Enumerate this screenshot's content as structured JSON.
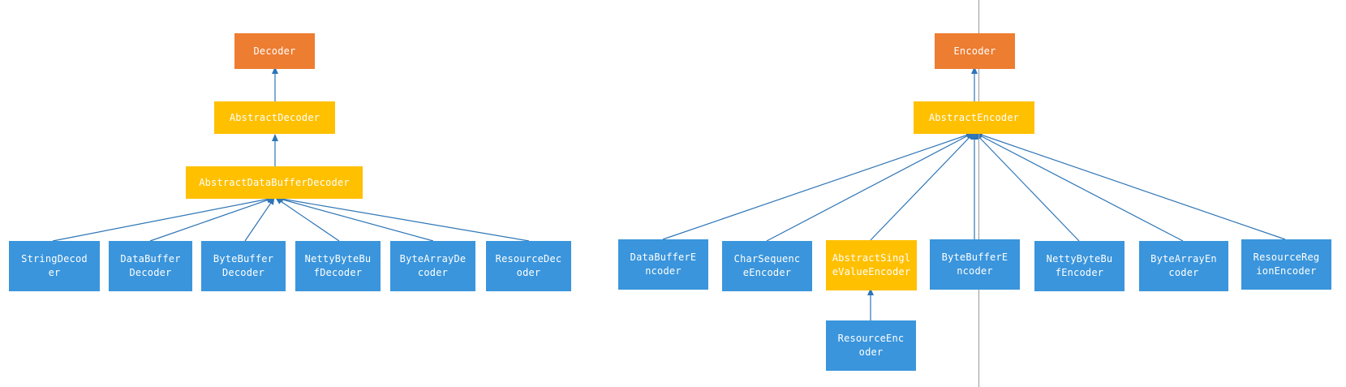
{
  "decoder_tree": {
    "root": "Decoder",
    "abstract": "AbstractDecoder",
    "abstract_buffer": "AbstractDataBufferDecoder",
    "leaves": [
      "StringDecod\ner",
      "DataBuffer\nDecoder",
      "ByteBuffer\nDecoder",
      "NettyByteBu\nfDecoder",
      "ByteArrayDe\ncoder",
      "ResourceDec\noder"
    ]
  },
  "encoder_tree": {
    "root": "Encoder",
    "abstract": "AbstractEncoder",
    "leaves": [
      "DataBufferE\nncoder",
      "CharSequenc\neEncoder",
      "AbstractSingl\neValueEncoder",
      "ByteBufferE\nncoder",
      "NettyByteBu\nfEncoder",
      "ByteArrayEn\ncoder",
      "ResourceReg\nionEncoder"
    ],
    "sub_leaf": "ResourceEnc\noder"
  },
  "colors": {
    "root": "#ed7d31",
    "abstract": "#ffc000",
    "concrete": "#3a95dc",
    "arrow": "#2e75b6",
    "divider": "#9a9a9a",
    "text": "#ffffff"
  }
}
